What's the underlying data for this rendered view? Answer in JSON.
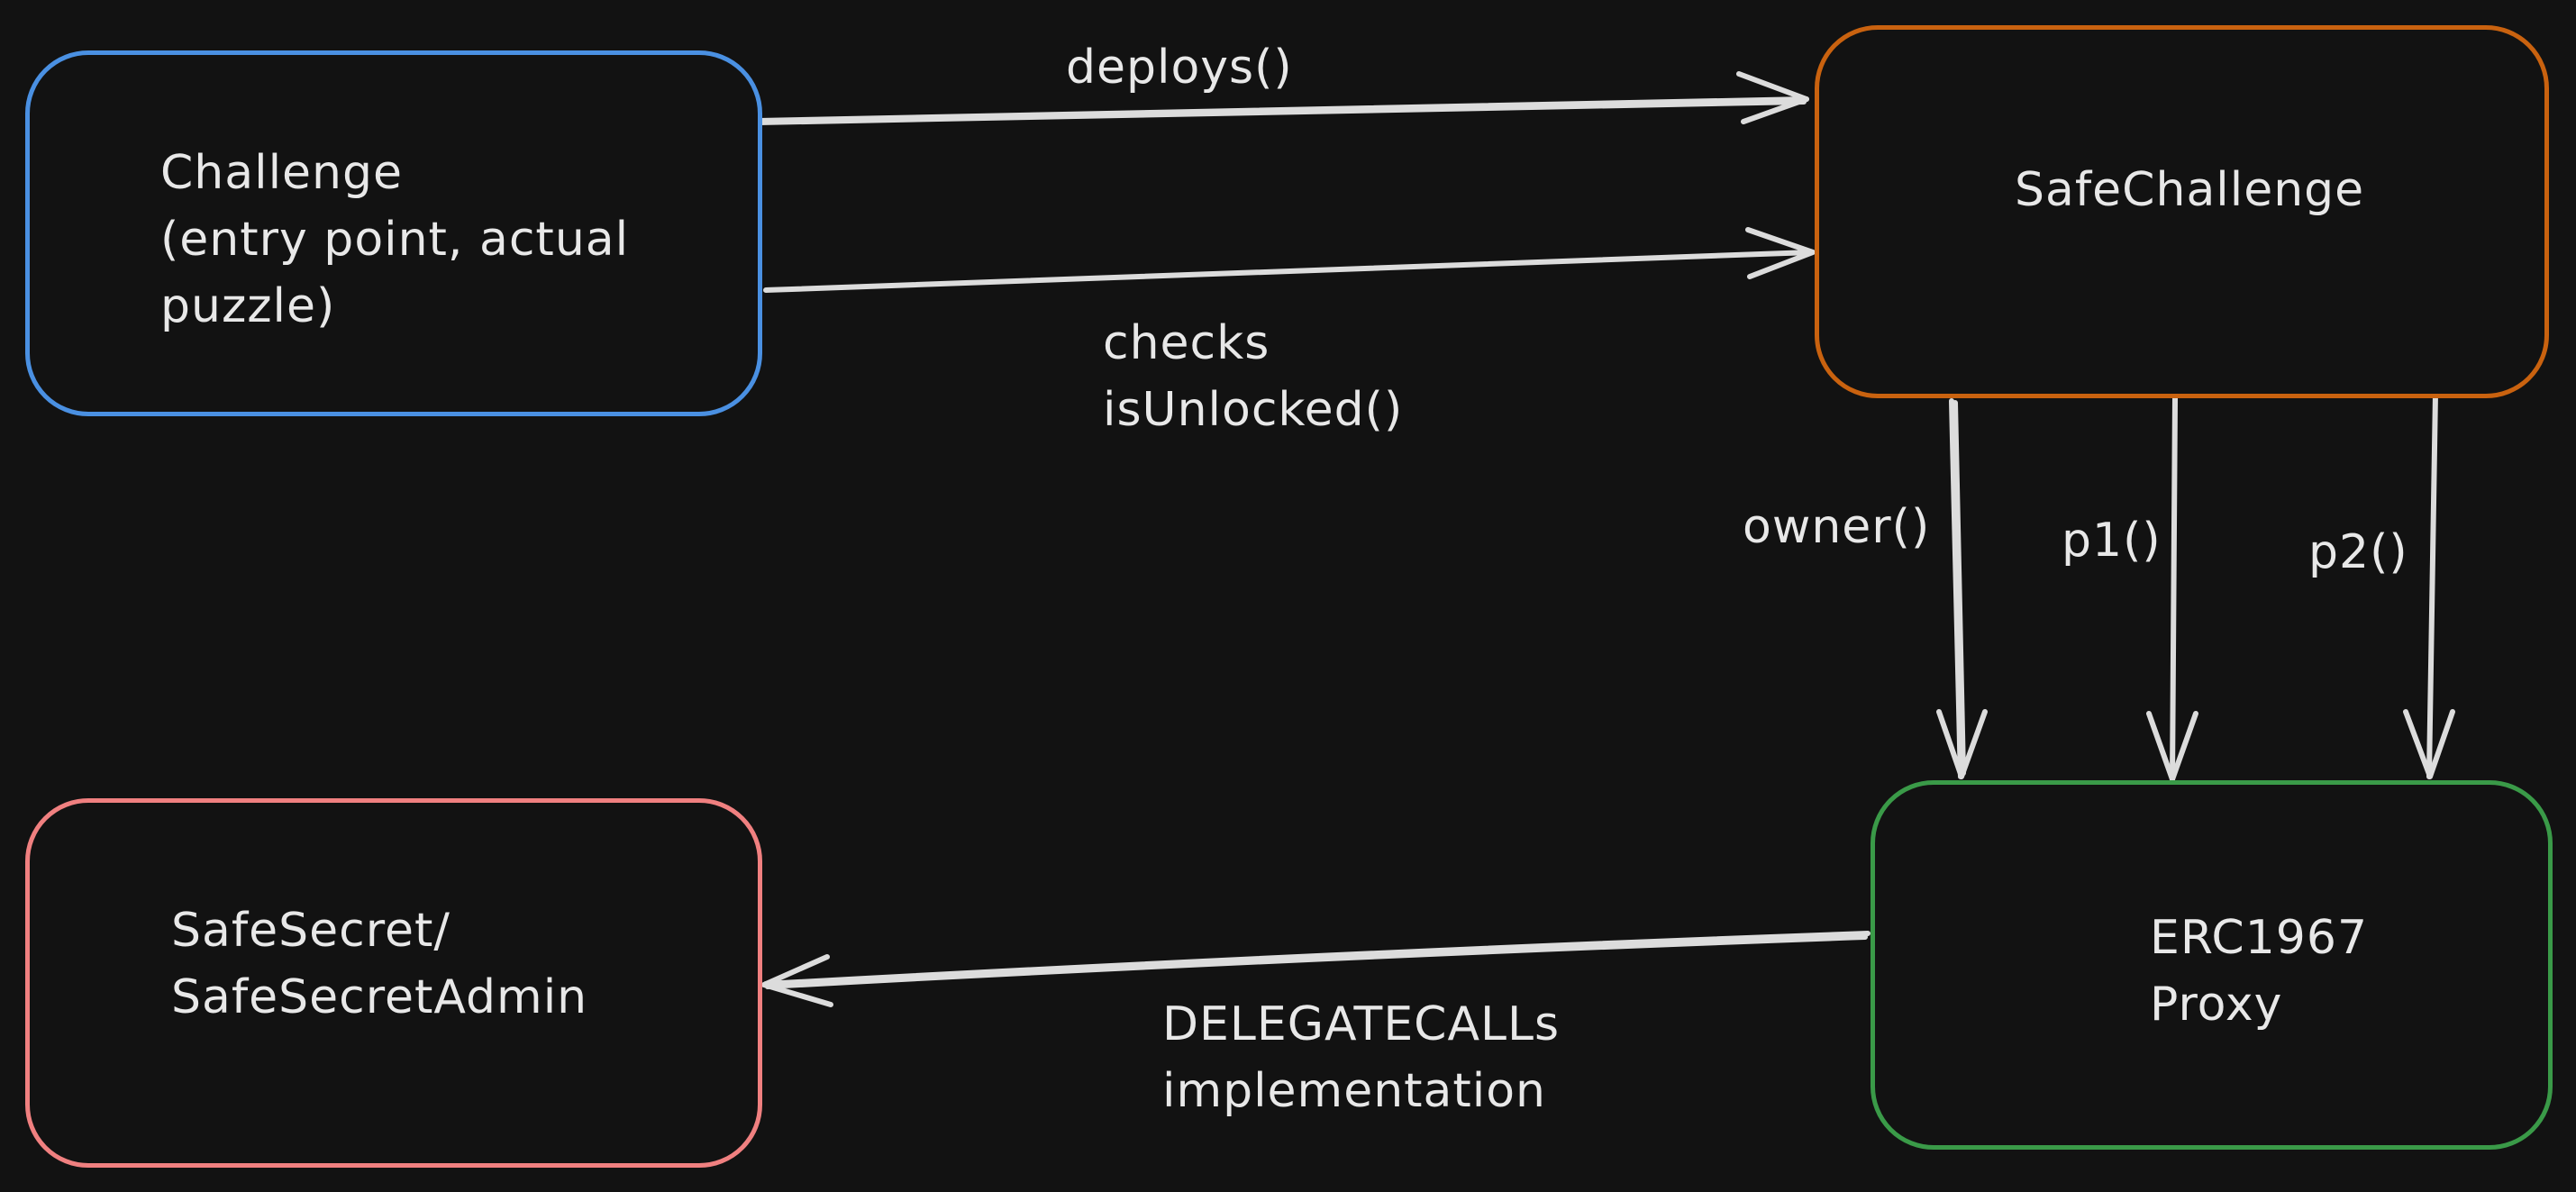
{
  "diagram": {
    "background": "#121212",
    "nodes": {
      "challenge": {
        "lines": [
          "Challenge",
          "(entry point, actual",
          "puzzle)"
        ],
        "color": "#4a90e2"
      },
      "safe_challenge": {
        "lines": [
          "SafeChallenge"
        ],
        "color": "#c9620f"
      },
      "safe_secret": {
        "lines": [
          "SafeSecret/",
          "SafeSecretAdmin"
        ],
        "color": "#f08080"
      },
      "erc1967_proxy": {
        "lines": [
          "ERC1967",
          "Proxy"
        ],
        "color": "#3a9a48"
      }
    },
    "edges": {
      "deploys": {
        "label": "deploys()",
        "from": "challenge",
        "to": "safe_challenge"
      },
      "checks": {
        "label": "checks\nisUnlocked()",
        "from": "challenge",
        "to": "safe_challenge"
      },
      "owner": {
        "label": "owner()",
        "from": "safe_challenge",
        "to": "erc1967_proxy"
      },
      "p1": {
        "label": "p1()",
        "from": "safe_challenge",
        "to": "erc1967_proxy"
      },
      "p2": {
        "label": "p2()",
        "from": "safe_challenge",
        "to": "erc1967_proxy"
      },
      "delegatecalls": {
        "label": "DELEGATECALLs\nimplementation",
        "from": "erc1967_proxy",
        "to": "safe_secret"
      }
    }
  }
}
